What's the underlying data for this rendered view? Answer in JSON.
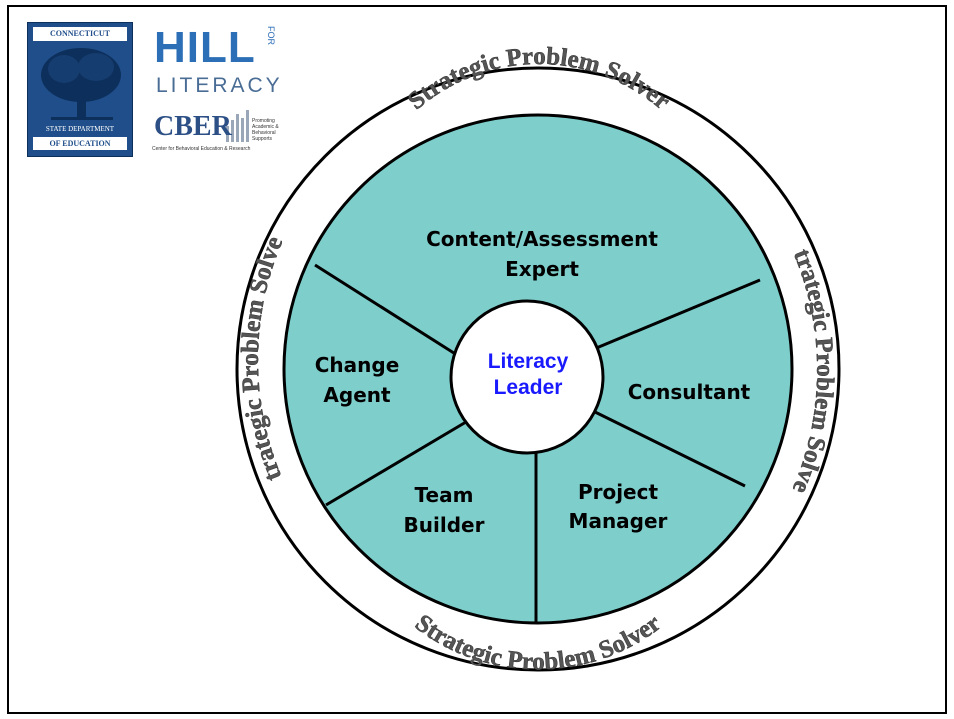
{
  "logos": {
    "ct": {
      "top": "CONNECTICUT",
      "bottom_line1": "STATE DEPARTMENT",
      "bottom_line2": "OF EDUCATION"
    },
    "hill": {
      "word": "HILL",
      "for": "FOR",
      "literacy": "LITERACY"
    },
    "cber": {
      "word": "CBER",
      "tagline": "Promoting Academic & Behavioral Supports",
      "subtitle": "Center for Behavioral Education & Research"
    }
  },
  "diagram": {
    "center_line1": "Literacy",
    "center_line2": "Leader",
    "segments": [
      {
        "line1": "Content/Assessment",
        "line2": "Expert"
      },
      {
        "line1": "Consultant",
        "line2": ""
      },
      {
        "line1": "Project",
        "line2": "Manager"
      },
      {
        "line1": "Team",
        "line2": "Builder"
      },
      {
        "line1": "Change",
        "line2": "Agent"
      }
    ],
    "outer_ring_label": "Strategic Problem Solver",
    "colors": {
      "segment_fill": "#7ecfcc",
      "center_text": "#1a1aff",
      "ring_text": "#555555"
    }
  }
}
